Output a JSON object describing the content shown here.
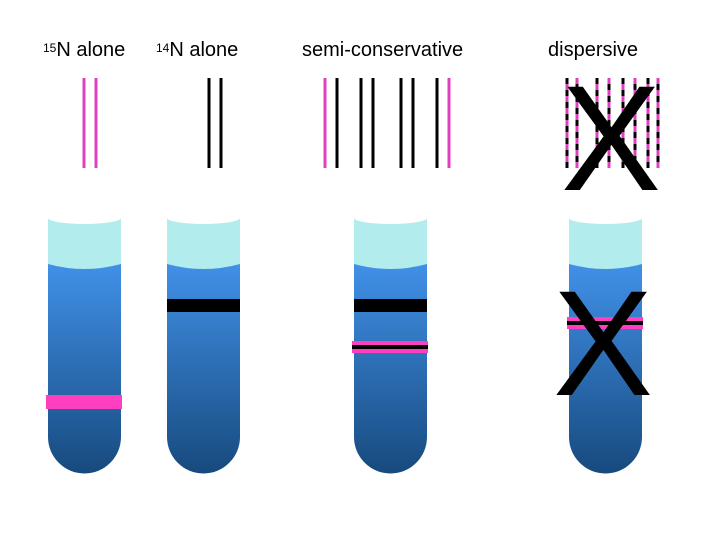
{
  "labels": {
    "n15": {
      "isotope": "15",
      "text": "N alone"
    },
    "n14": {
      "isotope": "14",
      "text": "N alone"
    },
    "semi": {
      "text": "semi-conservative"
    },
    "dispersive": {
      "text": "dispersive"
    }
  },
  "marks": {
    "cross_top": "X",
    "cross_tube": "X"
  },
  "colors": {
    "heavy_strand": "#e040c0",
    "light_strand": "#000000",
    "band_heavy": "#ff3fc0",
    "tube_cap": "#b2ecec",
    "tube_top": "#4aa0ff",
    "tube_bottom": "#174a7e",
    "band_light": "#000000"
  },
  "models": [
    {
      "name": "15N alone",
      "strands": [
        "heavy",
        "heavy"
      ]
    },
    {
      "name": "14N alone",
      "strands": [
        "light",
        "light"
      ]
    },
    {
      "name": "semi-conservative",
      "strands": [
        "heavy",
        "light",
        "light",
        "light",
        "light",
        "light",
        "light",
        "heavy"
      ]
    },
    {
      "name": "dispersive",
      "strands": [
        "mixed",
        "mixed",
        "mixed",
        "mixed",
        "mixed",
        "mixed",
        "mixed",
        "mixed"
      ]
    }
  ],
  "tubes": [
    {
      "name": "15N alone",
      "bands": [
        "heavy"
      ]
    },
    {
      "name": "14N alone",
      "bands": [
        "light"
      ]
    },
    {
      "name": "semi-conservative",
      "bands": [
        "light",
        "hybrid"
      ]
    },
    {
      "name": "dispersive",
      "bands": [
        "hybrid"
      ]
    }
  ]
}
